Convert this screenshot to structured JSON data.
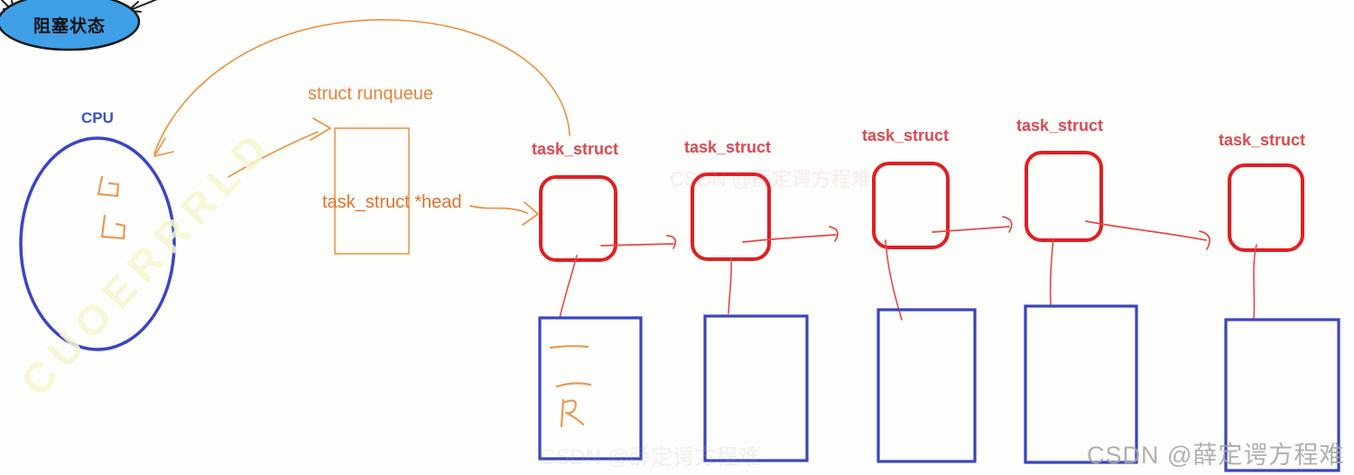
{
  "diagram": {
    "blocked_state": {
      "label": "阻塞状态"
    },
    "cpu": {
      "label": "CPU"
    },
    "runqueue": {
      "label": "struct runqueue",
      "field_label": "task_struct *head"
    },
    "tasks": [
      {
        "label": "task_struct"
      },
      {
        "label": "task_struct"
      },
      {
        "label": "task_struct"
      },
      {
        "label": "task_struct"
      },
      {
        "label": "task_struct"
      }
    ],
    "colors": {
      "state_fill_blue": "#3fa0e8",
      "cpu_outline_blue": "#3a45c4",
      "memory_rect_blue": "#3a45bc",
      "task_border_red": "#e01f24",
      "task_label_red": "#d94a52",
      "pointer_line_red": "#e24a4a",
      "annotation_orange": "#e8913f"
    }
  },
  "watermark": {
    "text": "CSDN @薛定谔方程难"
  },
  "background_watermark": {
    "text": "CUOERRRLD"
  }
}
